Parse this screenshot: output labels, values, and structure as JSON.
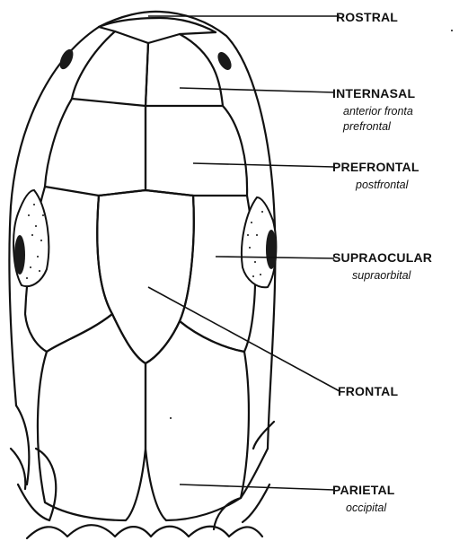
{
  "labels": [
    {
      "id": "rostral",
      "main": "ROSTRAL",
      "alt": []
    },
    {
      "id": "internasal",
      "main": "INTERNASAL",
      "alt": [
        "anterior fronta",
        "prefrontal"
      ]
    },
    {
      "id": "prefrontal",
      "main": "PREFRONTAL",
      "alt": [
        "postfrontal"
      ]
    },
    {
      "id": "supraocular",
      "main": "SUPRAOCULAR",
      "alt": [
        "supraorbital"
      ]
    },
    {
      "id": "frontal",
      "main": "FRONTAL",
      "alt": []
    },
    {
      "id": "parietal",
      "main": "PARIETAL",
      "alt": [
        "occipital"
      ]
    }
  ]
}
